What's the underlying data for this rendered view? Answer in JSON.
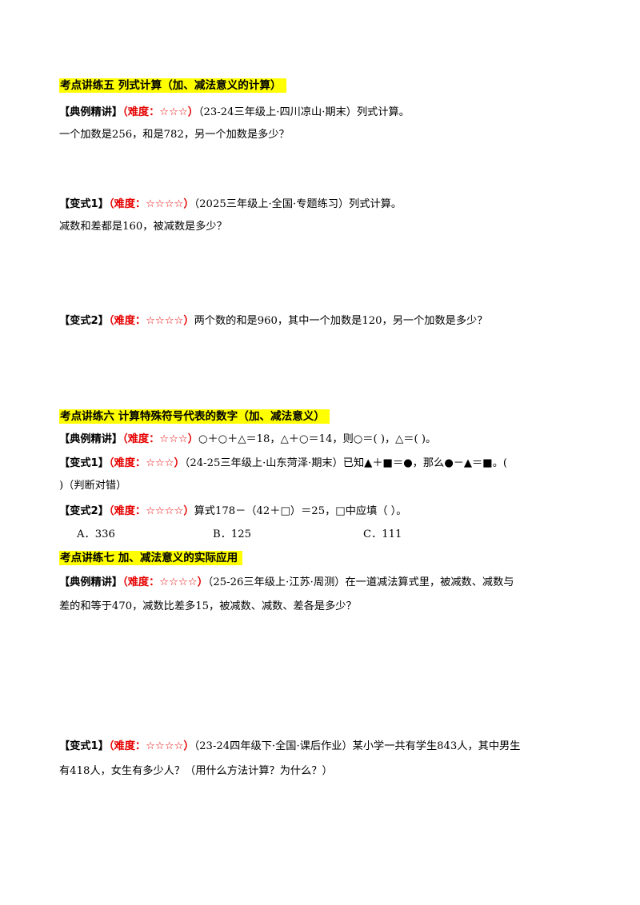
{
  "s5": {
    "heading": "考点讲练五  列式计算（加、减法意义的计算）",
    "ex": {
      "tag": "【典例精讲】",
      "diff": "（难度：☆☆☆）",
      "source": "（23-24三年级上·四川凉山·期末）列式计算。",
      "question": "一个加数是256，和是782，另一个加数是多少？"
    },
    "v1": {
      "tag": "【变式1】",
      "diff": "（难度：☆☆☆☆）",
      "source": "（2025三年级上·全国·专题练习）列式计算。",
      "question": "减数和差都是160，被减数是多少？"
    },
    "v2": {
      "tag": "【变式2】",
      "diff": "（难度：☆☆☆☆）",
      "text": "两个数的和是960，其中一个加数是120，另一个加数是多少？"
    }
  },
  "s6": {
    "heading": "考点讲练六  计算特殊符号代表的数字（加、减法意义）",
    "ex": {
      "tag": "【典例精讲】",
      "diff": "（难度：☆☆☆）",
      "text": "○＋○＋△＝18，△＋○＝14，则○＝(          )，△＝(          )。"
    },
    "v1": {
      "tag": "【变式1】",
      "diff": "（难度：☆☆☆）",
      "text": "（24-25三年级上·山东菏泽·期末）已知▲＋■＝●，那么●－▲＝■。(",
      "text2": ")（判断对错）"
    },
    "v2": {
      "tag": "【变式2】",
      "diff": "（难度：☆☆☆☆）",
      "text": "算式178－（42＋□）＝25，□中应填（              ）。",
      "options": [
        "A．336",
        "B．125",
        "C．111"
      ]
    }
  },
  "s7": {
    "heading": "考点讲练七  加、减法意义的实际应用",
    "ex": {
      "tag": "【典例精讲】",
      "diff": "（难度：☆☆☆☆）",
      "text": "（25-26三年级上·江苏·周测）在一道减法算式里，被减数、减数与",
      "text2": "差的和等于470，减数比差多15，被减数、减数、差各是多少？"
    },
    "v1": {
      "tag": "【变式1】",
      "diff": "（难度：☆☆☆☆）",
      "text": "（23-24四年级下·全国·课后作业）某小学一共有学生843人，其中男生",
      "text2": "有418人，女生有多少人？（用什么方法计算？为什么？）"
    }
  }
}
